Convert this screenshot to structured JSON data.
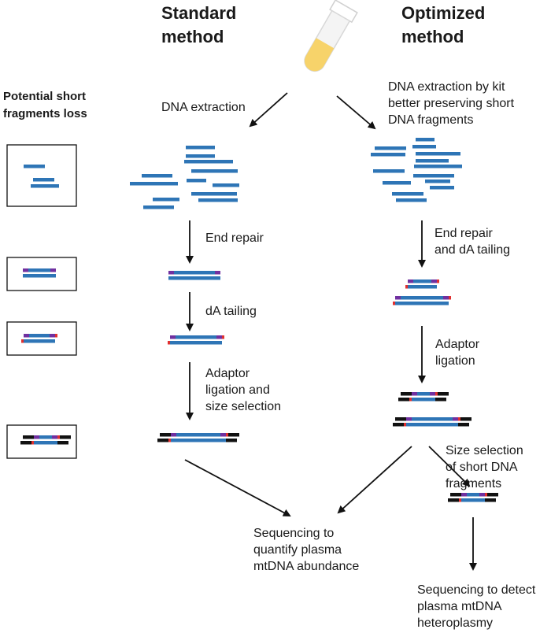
{
  "headers": {
    "standard": [
      "Standard",
      "method"
    ],
    "optimized": [
      "Optimized",
      "method"
    ]
  },
  "side_title": [
    "Potential short",
    "fragments loss"
  ],
  "standard_steps": {
    "extraction": [
      "DNA extraction"
    ],
    "end_repair": [
      "End repair"
    ],
    "da_tailing": [
      "dA tailing"
    ],
    "adaptor": [
      "Adaptor",
      "ligation and",
      "size selection"
    ]
  },
  "optimized_steps": {
    "extraction": [
      "DNA extraction by kit",
      "better preserving short",
      "DNA fragments"
    ],
    "end_repair": [
      "End repair",
      "and dA tailing"
    ],
    "adaptor": [
      "Adaptor",
      "ligation"
    ],
    "size_selection": [
      "Size selection",
      "of short DNA",
      "fragments"
    ]
  },
  "outputs": {
    "quantify": [
      "Sequencing to",
      "quantify plasma",
      "mtDNA abundance"
    ],
    "detect": [
      "Sequencing to detect",
      "plasma mtDNA",
      "heteroplasmy"
    ]
  },
  "colors": {
    "dna_blue": "#2e75b6",
    "end_purple": "#7030a0",
    "da_red": "#e03030",
    "adaptor_black": "#111111",
    "tube_yellow": "#f7d36a",
    "arrow": "#111111"
  },
  "icons": [
    "test-tube-icon"
  ]
}
